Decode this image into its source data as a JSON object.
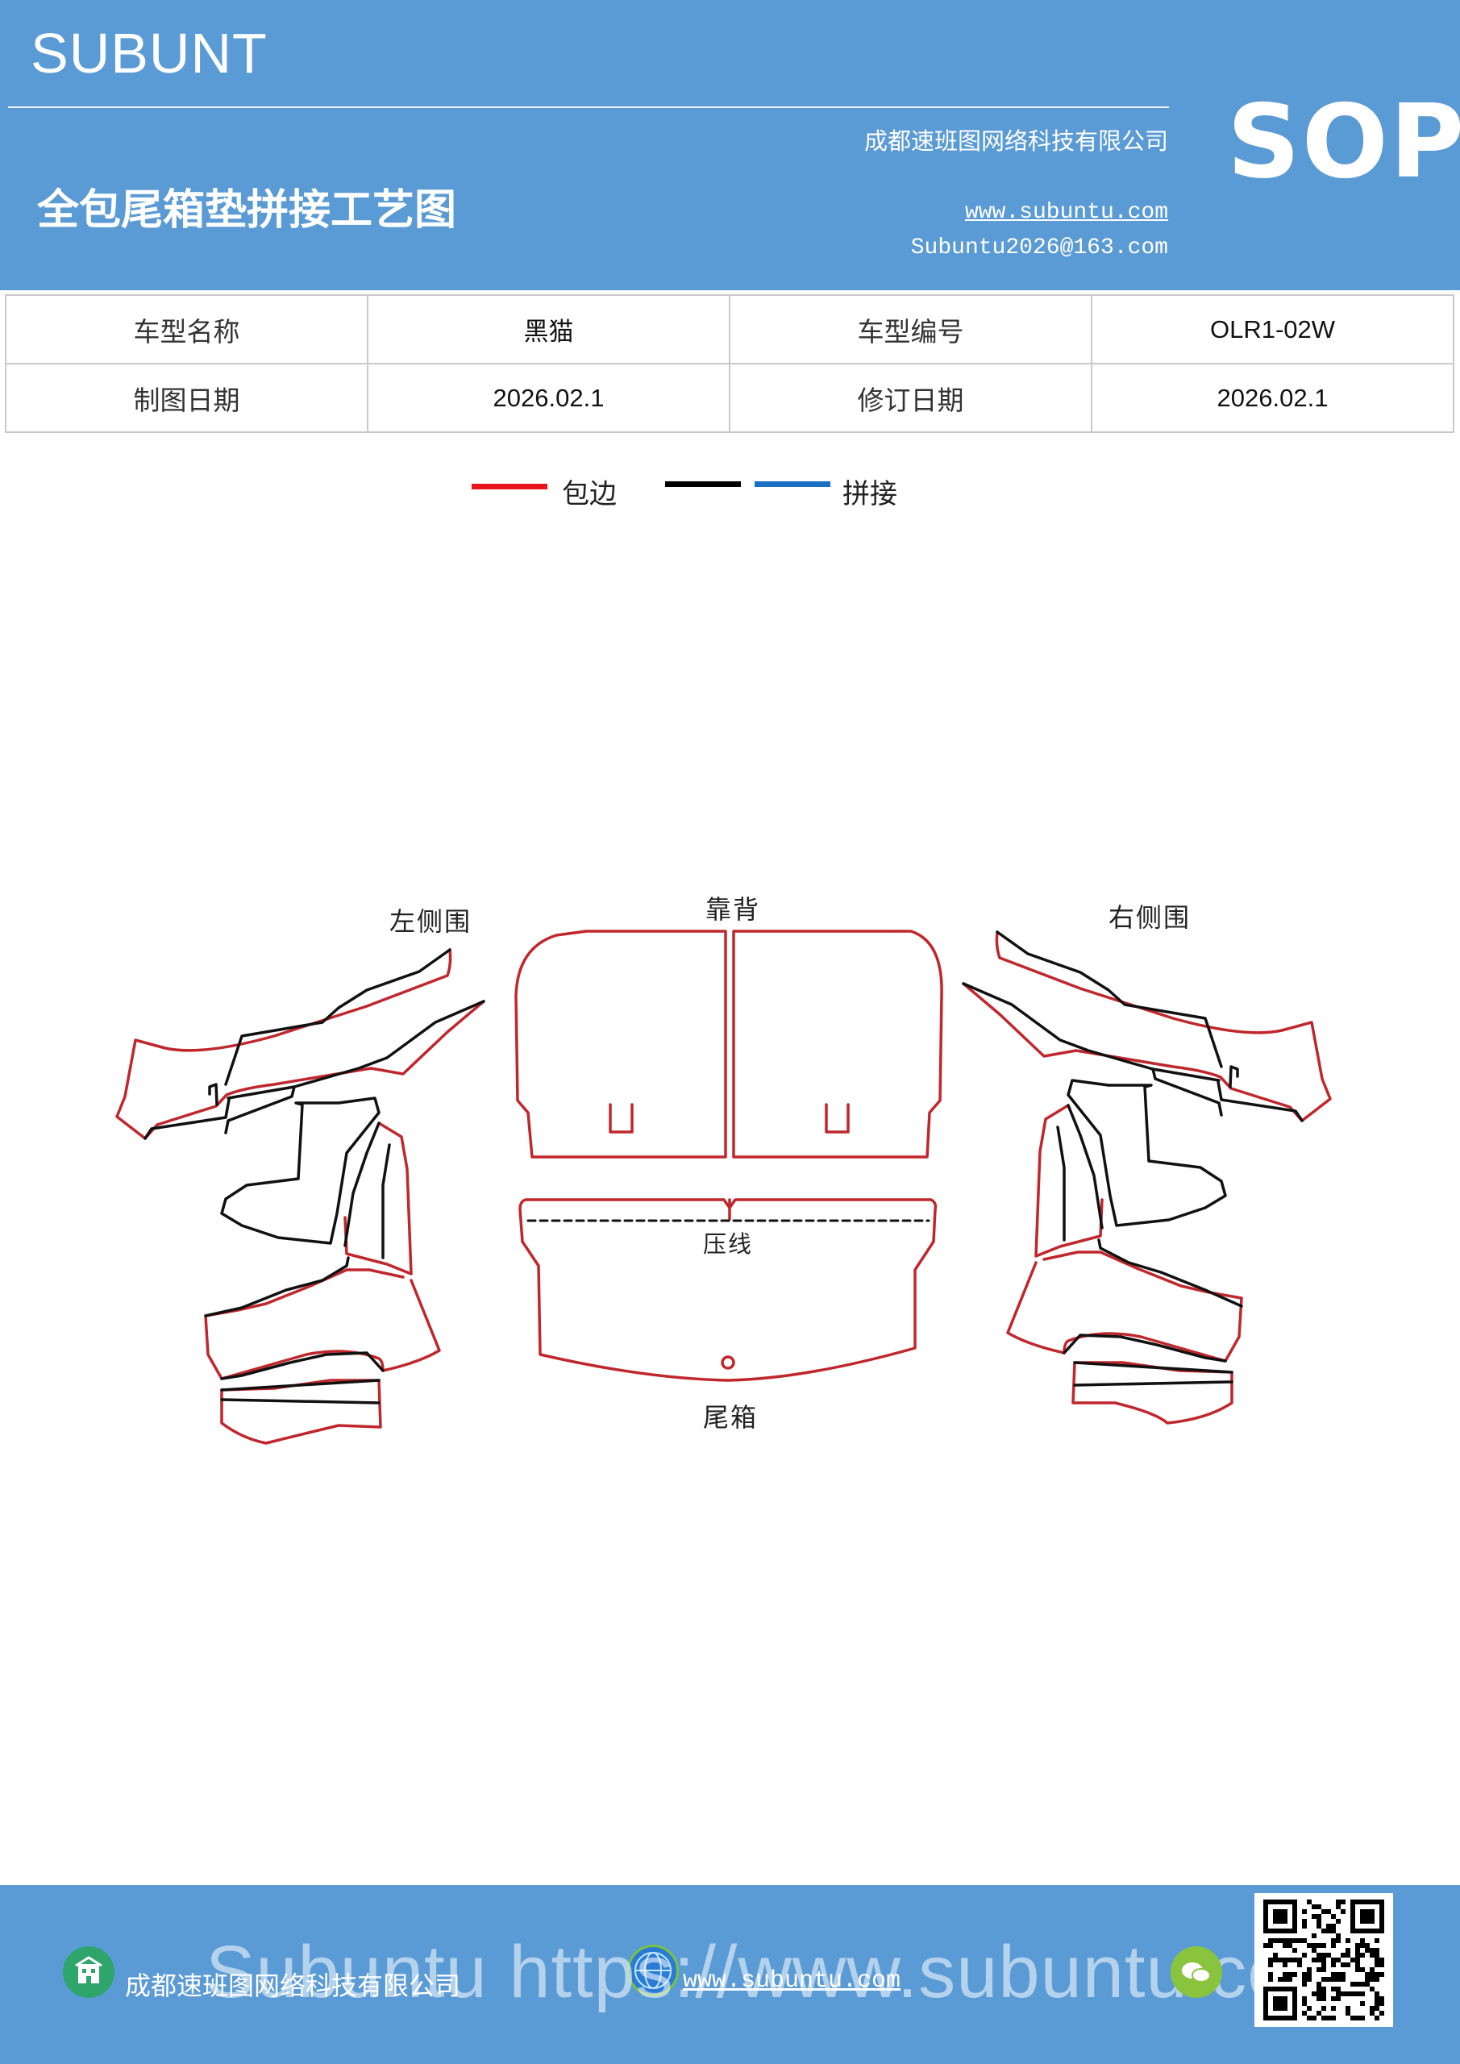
{
  "header": {
    "brand": "SUBUNT",
    "company": "成都速班图网络科技有限公司",
    "title": "全包尾箱垫拼接工艺图",
    "website": "www.subuntu.com",
    "email": "Subuntu2026@163.com",
    "badge": "SOP"
  },
  "info_table": {
    "rows": [
      [
        "车型名称",
        "黑猫",
        "车型编号",
        "OLR1-02W"
      ],
      [
        "制图日期",
        "2026.02.1",
        "修订日期",
        "2026.02.1"
      ]
    ]
  },
  "legend": {
    "items": [
      {
        "label": "包边",
        "color": "#e8141b"
      },
      {
        "label": "",
        "color": "#000000"
      },
      {
        "label": "拼接",
        "color": "#1a6fc2"
      }
    ]
  },
  "diagram": {
    "labels": {
      "left_side": "左侧围",
      "backrest": "靠背",
      "right_side": "右侧围",
      "crease": "压线",
      "trunk": "尾箱"
    },
    "colors": {
      "edge": "#c0272d",
      "seam": "#111111"
    }
  },
  "footer": {
    "company": "成都速班图网络科技有限公司",
    "website": "www.subuntu.com",
    "overlay": "Subuntu https://www.subuntu.com"
  }
}
